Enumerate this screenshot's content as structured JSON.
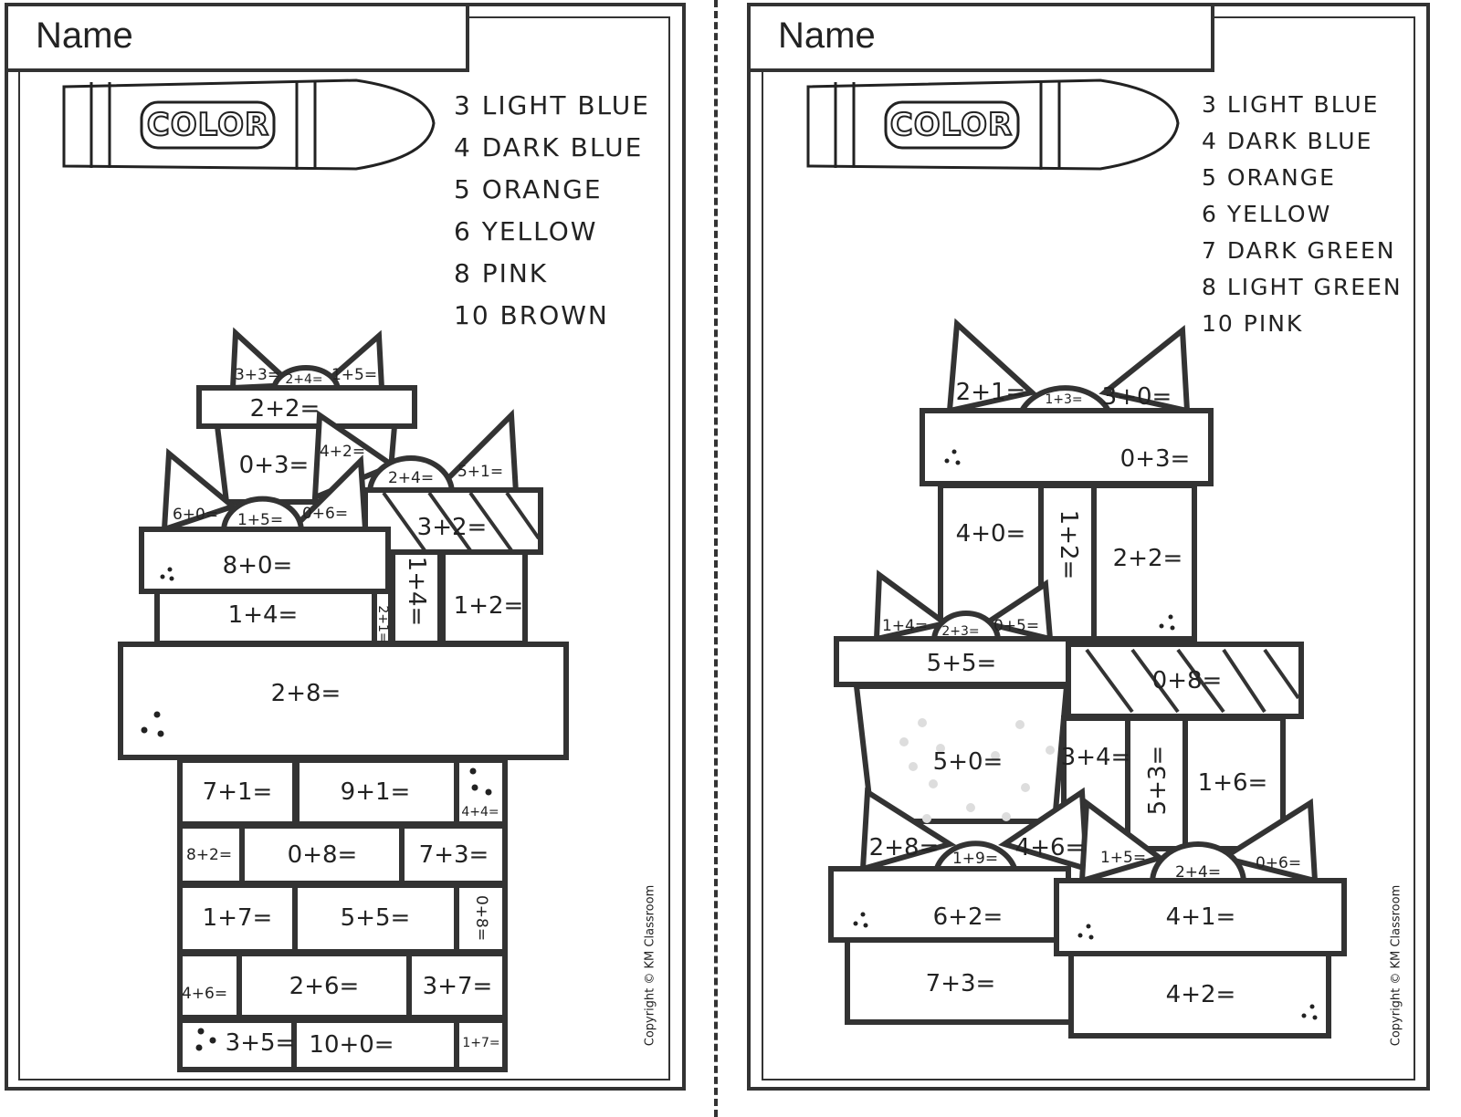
{
  "left": {
    "name_label": "Name",
    "crayon_label": "COLOR",
    "color_key": [
      "3 LIGHT BLUE",
      "4 DARK BLUE",
      "5 ORANGE",
      "6 YELLOW",
      "8 PINK",
      "10 BROWN"
    ],
    "problems": [
      "3+3=",
      "2+4=",
      "1+5=",
      "2+2=",
      "0+3=",
      "4+2=",
      "2+4=",
      "5+1=",
      "3+2=",
      "6+0=",
      "1+5=",
      "0+6=",
      "8+0=",
      "1+4=",
      "2+1=",
      "1+4=",
      "1+2=",
      "2+8=",
      "7+1=",
      "9+1=",
      "4+4=",
      "8+2=",
      "0+8=",
      "7+3=",
      "1+7=",
      "5+5=",
      "0+8=",
      "4+6=",
      "2+6=",
      "3+7=",
      "3+5=",
      "10+0=",
      "1+7="
    ],
    "copyright": "Copyright © KM Classroom"
  },
  "right": {
    "name_label": "Name",
    "crayon_label": "COLOR",
    "color_key": [
      "3 LIGHT BLUE",
      "4 DARK BLUE",
      "5 ORANGE",
      "6 YELLOW",
      "7 DARK GREEN",
      "8 LIGHT GREEN",
      "10 PINK"
    ],
    "problems": [
      "2+1=",
      "1+3=",
      "3+0=",
      "0+3=",
      "4+0=",
      "1+2=",
      "2+2=",
      "1+4=",
      "2+3=",
      "0+5=",
      "5+5=",
      "5+0=",
      "0+8=",
      "3+4=",
      "5+3=",
      "1+6=",
      "2+8=",
      "1+9=",
      "4+6=",
      "6+2=",
      "7+3=",
      "1+5=",
      "2+4=",
      "0+6=",
      "4+1=",
      "4+2="
    ],
    "copyright": "Copyright © KM Classroom"
  }
}
